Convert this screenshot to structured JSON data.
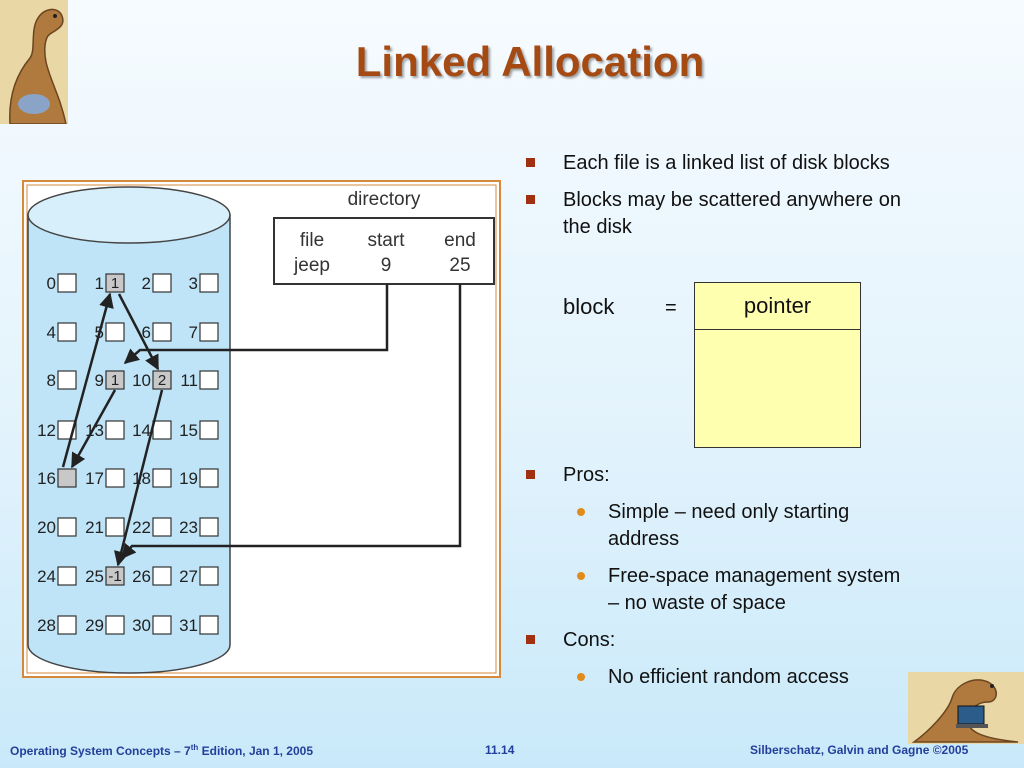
{
  "title": "Linked Allocation",
  "bullets": [
    {
      "level": 1,
      "text": "Each file is a linked list of disk blocks"
    },
    {
      "level": 1,
      "text": "Blocks may be scattered anywhere on the disk"
    }
  ],
  "block_diagram": {
    "block_label": "block",
    "equals": "=",
    "pointer_label": "pointer"
  },
  "bullets2": [
    {
      "level": 1,
      "text": "Pros:"
    },
    {
      "level": 2,
      "text": "Simple – need only starting address"
    },
    {
      "level": 2,
      "text": "Free-space management system – no waste of space"
    },
    {
      "level": 1,
      "text": "Cons:"
    },
    {
      "level": 2,
      "text": "No efficient random access"
    }
  ],
  "figure": {
    "directory_label": "directory",
    "headers": [
      "file",
      "start",
      "end"
    ],
    "row": [
      "jeep",
      "9",
      "25"
    ],
    "blocks": [
      "0",
      "1",
      "2",
      "3",
      "4",
      "5",
      "6",
      "7",
      "8",
      "9",
      "10",
      "11",
      "12",
      "13",
      "14",
      "15",
      "16",
      "17",
      "18",
      "19",
      "20",
      "21",
      "22",
      "23",
      "24",
      "25",
      "26",
      "27",
      "28",
      "29",
      "30",
      "31"
    ],
    "block_contents": {
      "1": "1",
      "9": "1",
      "10": "2",
      "16": "",
      "25": "-1"
    }
  },
  "footer": {
    "left_prefix": "Operating System Concepts – 7",
    "left_sup": "th",
    "left_suffix": " Edition, Jan 1, 2005",
    "page": "11.14",
    "right": "Silberschatz, Galvin and Gagne ©2005"
  },
  "colors": {
    "title": "#a54a12",
    "footer": "#233f99",
    "pointer_box": "#ffffb0",
    "disk": "#bfe4f7",
    "bullet_square": "#a03010",
    "bullet_dot": "#e28a1a"
  }
}
